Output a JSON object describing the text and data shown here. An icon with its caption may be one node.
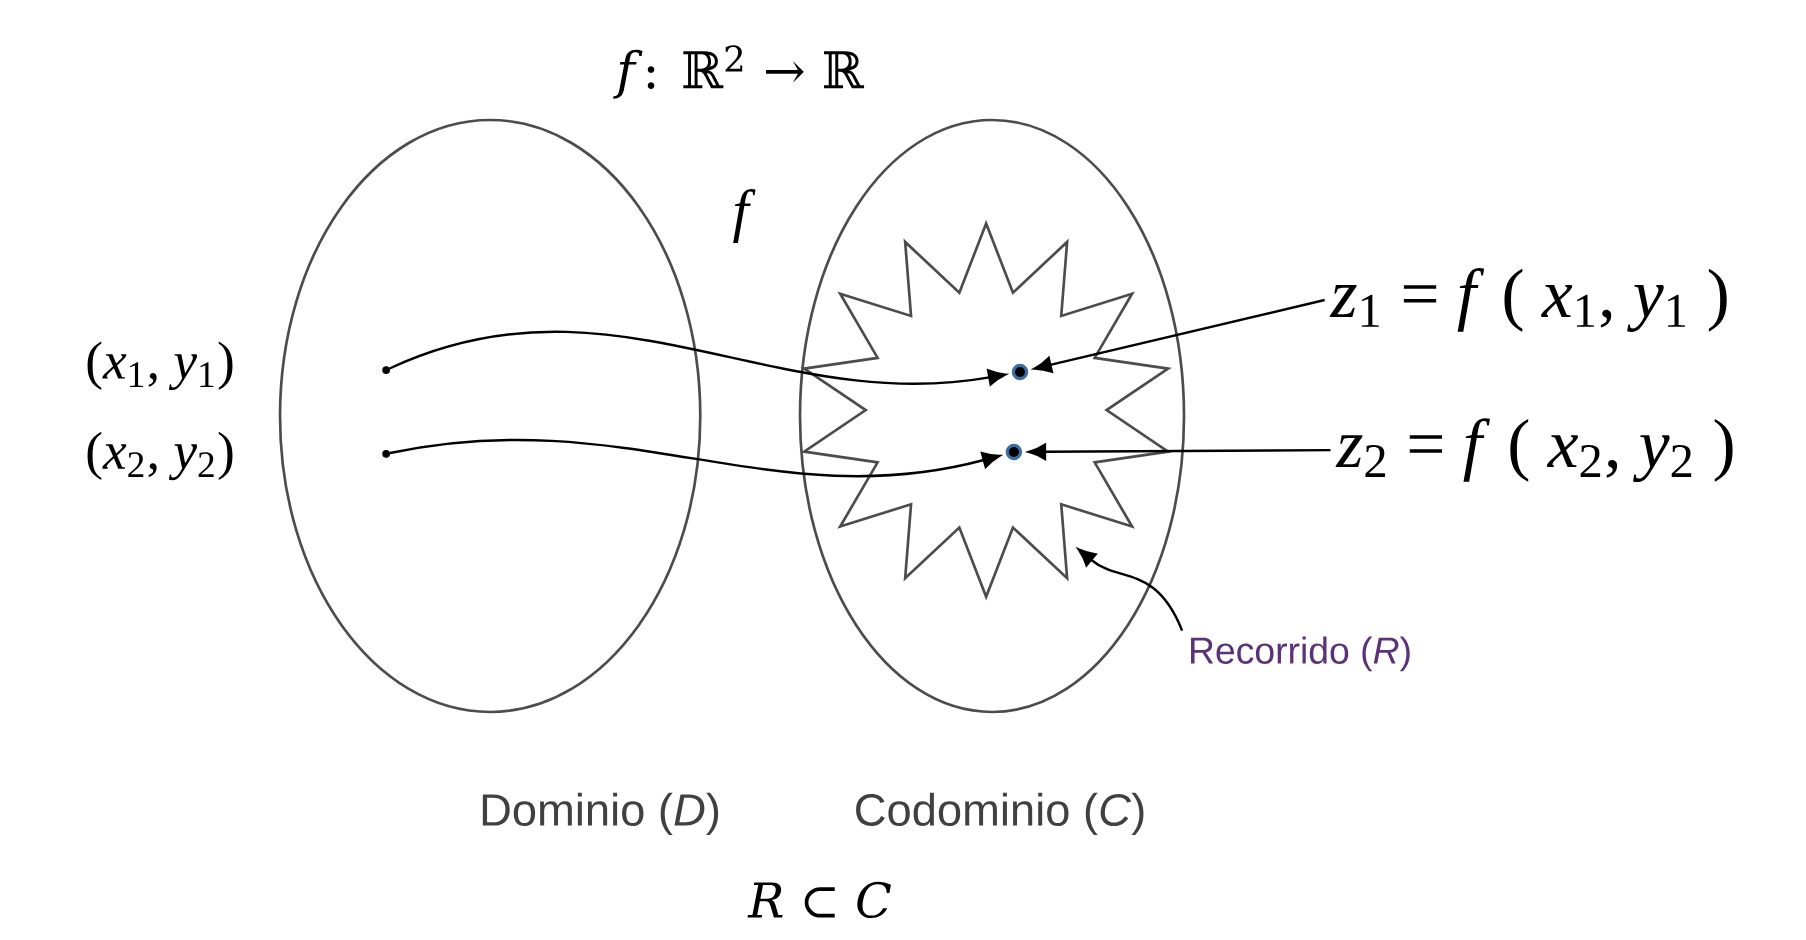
{
  "diagram": {
    "title": "*f*: ℝ$^{2}$ → ℝ",
    "nodes": [
      {
        "text": [
          "Dominio (*D*)"
        ]
      },
      {
        "text": [
          "Codominio (*C*)"
        ]
      },
      {
        "text": [
          "Recorrido (*R*)"
        ]
      },
      {
        "text": [],
        "shape": "star",
        "in": 1
      },
      {
        "text": [],
        "shape": "circle",
        "in": 0,
        "beside": [
          "(*x*$_{1}$, *y*$_{1}$)"
        ]
      },
      {
        "text": [],
        "shape": "circle",
        "in": 0,
        "beside": [
          "(*x*$_{2}$, *y*$_{2}$)"
        ]
      },
      {
        "text": [],
        "shape": "circle",
        "in": 3
      },
      {
        "text": [],
        "shape": "circle",
        "in": 3
      },
      {
        "text": [
          "*z*$_{1}$ = *f* ( *x*$_{1}$, *y*$_{1}$ )"
        ]
      },
      {
        "text": [
          "*z*$_{2}$ = *f* ( *x*$_{2}$, *y*$_{2}$ )"
        ]
      }
    ],
    "edges": [
      {
        "from": 4,
        "to": 6,
        "arrow": "to",
        "label": "*f*"
      },
      {
        "from": 5,
        "to": 7,
        "arrow": "to"
      },
      {
        "from": 8,
        "to": 6,
        "arrow": "to"
      },
      {
        "from": 9,
        "to": 7,
        "arrow": "to"
      },
      {
        "from": 2,
        "to": 3,
        "arrow": "to"
      }
    ],
    "labels": [
      "*R* ⊂ *C*"
    ]
  }
}
